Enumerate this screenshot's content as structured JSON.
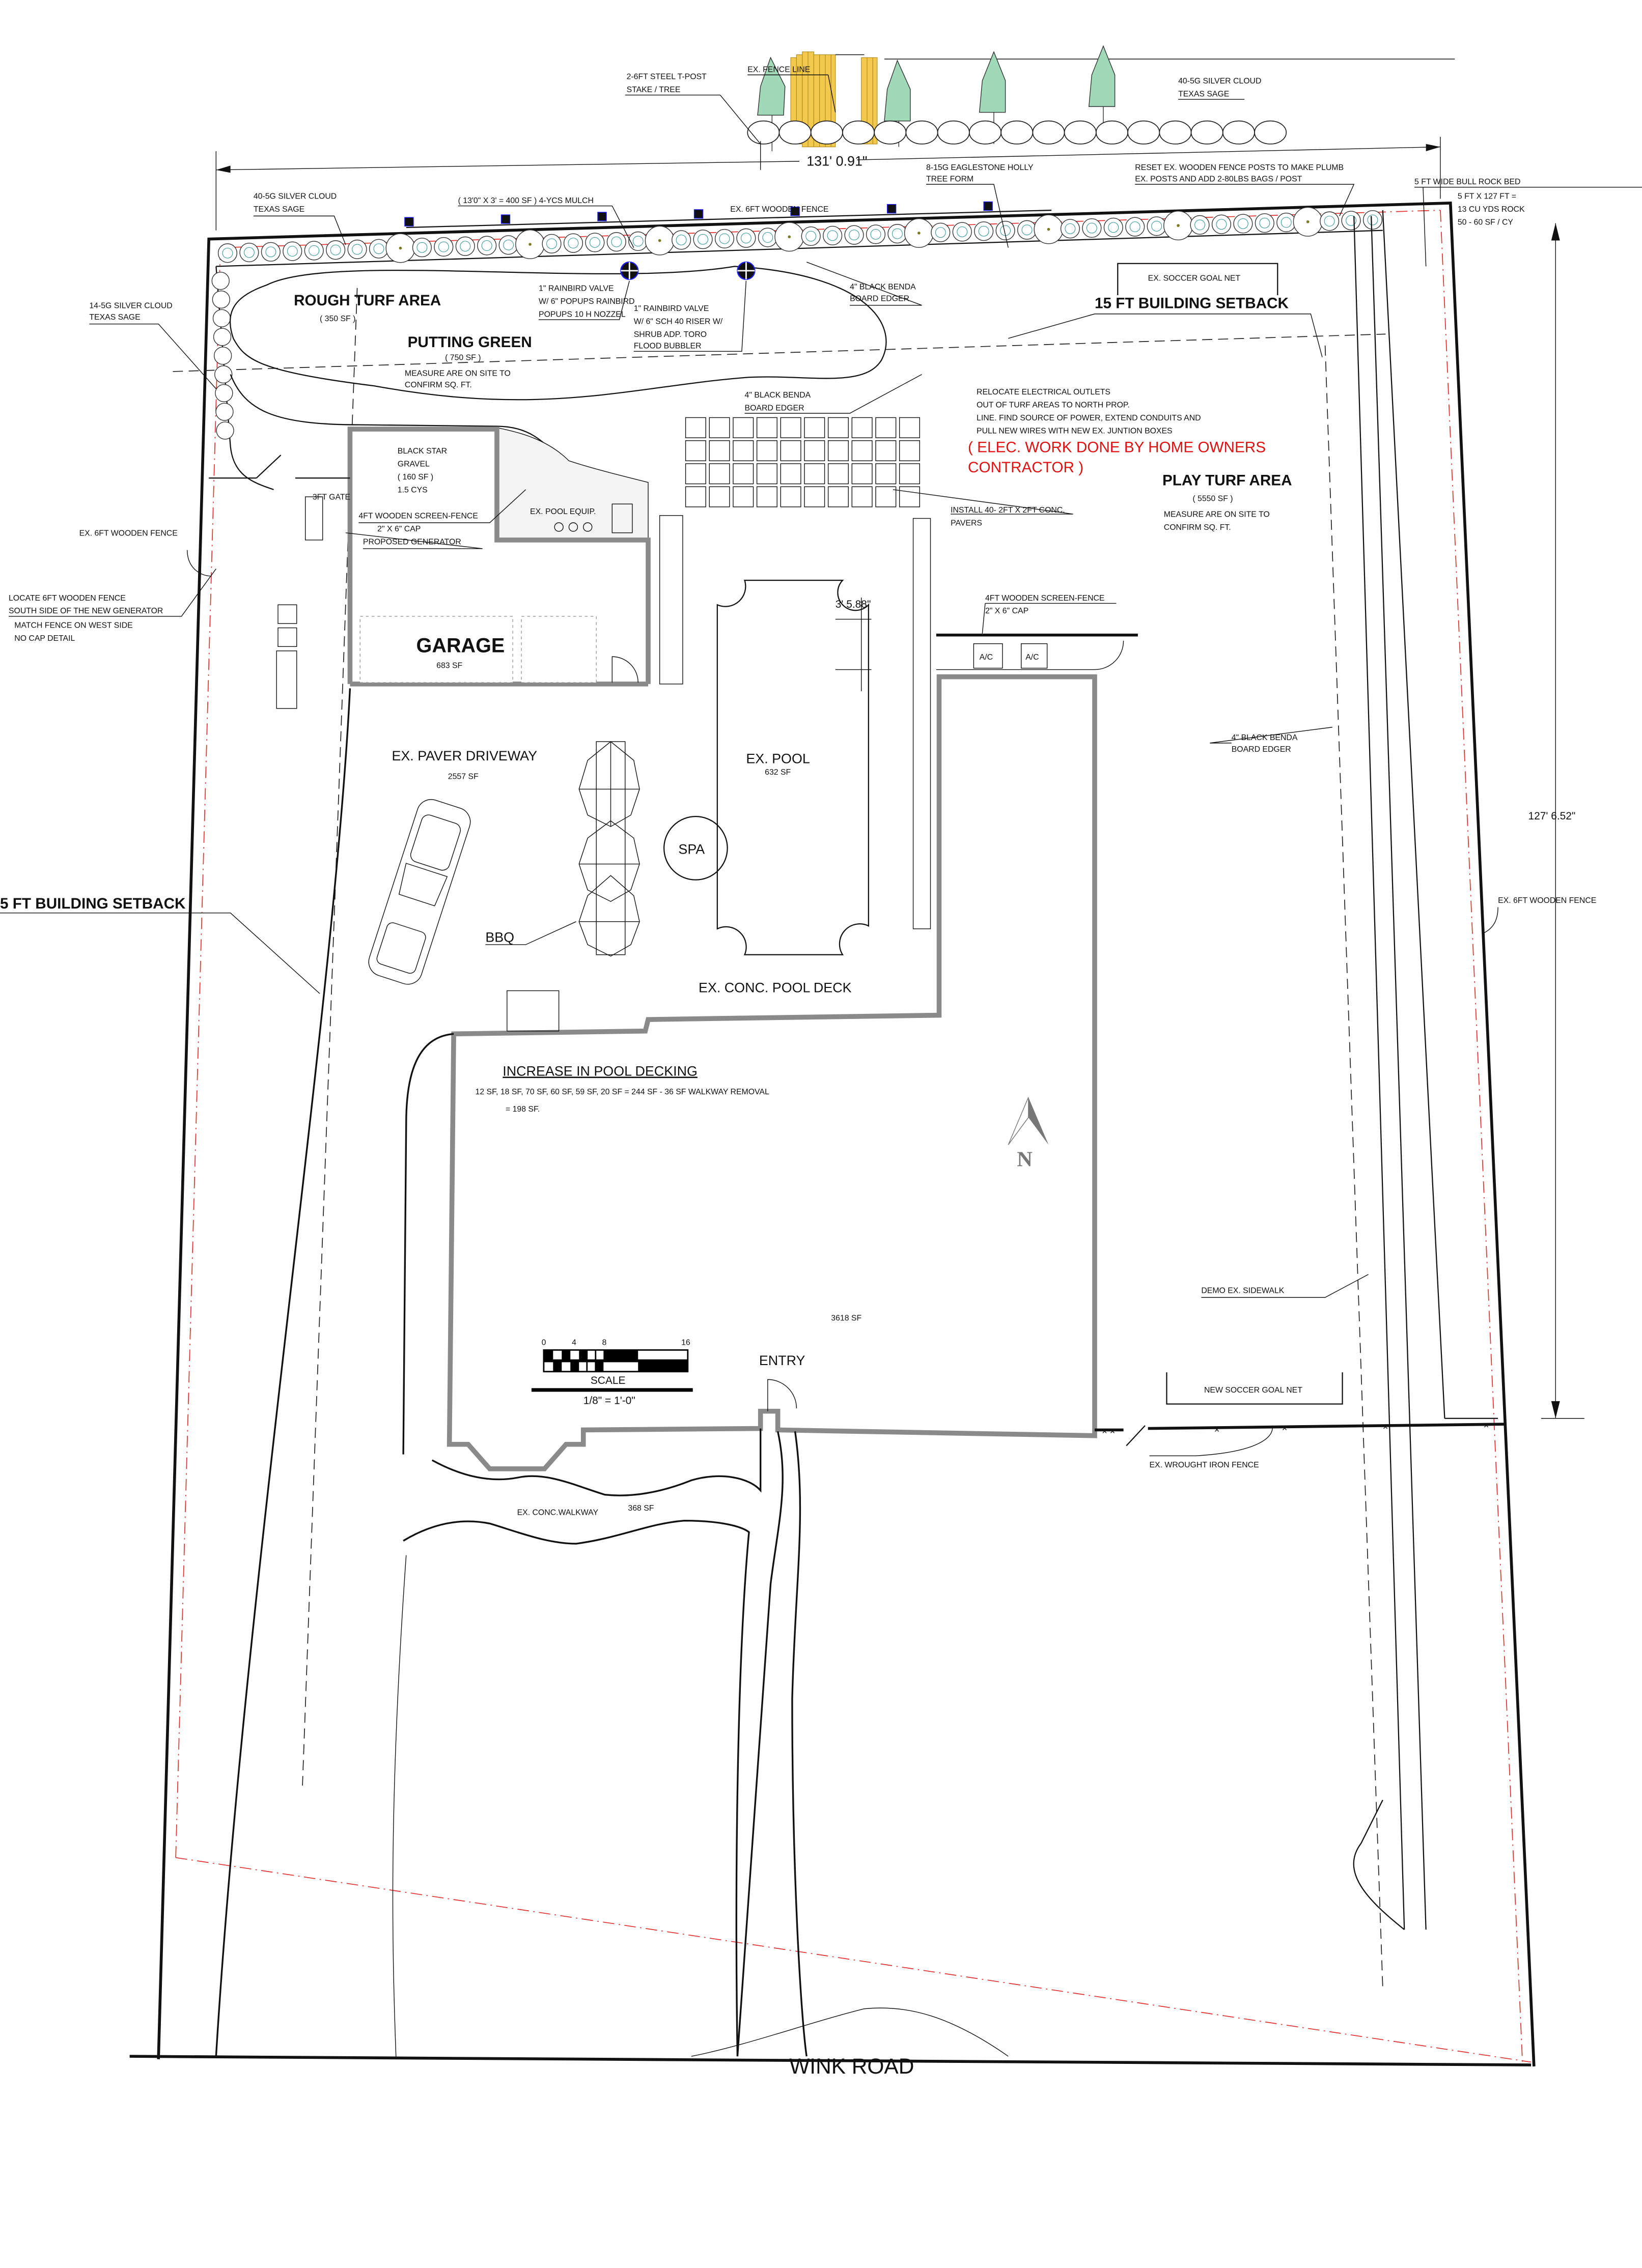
{
  "colors": {
    "line": "#111111",
    "wall": "#8a8a8a",
    "note_red": "#e01010",
    "setback_red": "#e03030",
    "tree_green": "#9fd9b8",
    "fence_board": "#f2c94c",
    "valve_blue": "#1a1aff"
  },
  "labels": {
    "ex_fence_line": "EX. FENCE LINE",
    "tpost_1": "2-6FT STEEL T-POST",
    "tpost_2": "STAKE / TREE",
    "sage_top_1": "40-5G SILVER CLOUD",
    "sage_top_2": "TEXAS SAGE",
    "width_dim": "131' 0.91\"",
    "sage_left_1": "40-5G SILVER CLOUD",
    "sage_left_2": "TEXAS SAGE",
    "mulch": "( 13'0\" X 3' = 400 SF ) 4-YCS MULCH",
    "ex_wood_fence_top": "EX. 6FT WOODEN FENCE",
    "holly_1": "8-15G EAGLESTONE HOLLY",
    "holly_2": "TREE FORM",
    "reset_1": "RESET EX. WOODEN FENCE POSTS TO MAKE PLUMB",
    "reset_2": "EX. POSTS AND ADD 2-80LBS BAGS / POST",
    "rock_1": "5 FT WIDE BULL ROCK BED",
    "rock_2": "5 FT X 127 FT =",
    "rock_3": "13 CU YDS ROCK",
    "rock_4": "50 - 60 SF / CY",
    "sage14_1": "14-5G SILVER CLOUD",
    "sage14_2": "TEXAS SAGE",
    "rough_turf": "ROUGH TURF AREA",
    "rough_turf_sf": "( 350 SF )",
    "valve1_1": "1\" RAINBIRD VALVE",
    "valve1_2": "W/ 6\" POPUPS RAINBIRD",
    "valve1_3": "POPUPS 10 H NOZZEL",
    "valve2_1": "1\" RAINBIRD VALVE",
    "valve2_2": "W/ 6\" SCH 40 RISER W/",
    "valve2_3": "SHRUB ADP. TORO",
    "valve2_4": "FLOOD BUBBLER",
    "edger_a_1": "4\" BLACK BENDA",
    "edger_a_2": "BOARD EDGER",
    "soccer_ex": "EX. SOCCER GOAL NET",
    "setback_north": "15 FT BUILDING SETBACK",
    "putting_green": "PUTTING GREEN",
    "putting_green_sf": "( 750 SF )",
    "measure_1a": "MEASURE ARE ON SITE TO",
    "measure_1b": "CONFIRM SQ. FT.",
    "edger_b_1": "4\" BLACK BENDA",
    "edger_b_2": "BOARD EDGER",
    "elec_1": "RELOCATE ELECTRICAL OUTLETS",
    "elec_2": "OUT OF TURF AREAS TO NORTH PROP.",
    "elec_3": "LINE. FIND SOURCE OF POWER, EXTEND CONDUITS AND",
    "elec_4": "PULL NEW WIRES WITH NEW EX. JUNTION BOXES",
    "elec_red_1": "( ELEC. WORK DONE BY HOME OWNERS",
    "elec_red_2": "CONTRACTOR )",
    "play_turf": "PLAY TURF AREA",
    "play_turf_sf": "( 5550 SF )",
    "measure_2a": "MEASURE ARE ON SITE TO",
    "measure_2b": "CONFIRM SQ. FT.",
    "gravel_1": "BLACK STAR",
    "gravel_2": "GRAVEL",
    "gravel_3": "( 160 SF )",
    "gravel_4": "1.5 CYS",
    "gate": "3FT GATE",
    "screen_a_1": "4FT WOODEN SCREEN-FENCE",
    "screen_a_2": "2\" X 6\" CAP",
    "generator": "PROPOSED GENERATOR",
    "pool_equip": "EX. POOL EQUIP.",
    "pavers_1": "INSTALL 40- 2FT X 2FT CONC.",
    "pavers_2": "PAVERS",
    "ex_wood_fence_west": "EX. 6FT WOODEN FENCE",
    "locate_1": "LOCATE 6FT WOODEN FENCE",
    "locate_2": "SOUTH SIDE OF THE NEW GENERATOR",
    "locate_3": "MATCH FENCE ON WEST SIDE",
    "locate_4": "NO CAP DETAIL",
    "pool_dim": "3' 5.88\"",
    "screen_b_1": "4FT WOODEN SCREEN-FENCE",
    "screen_b_2": "2\" X 6\" CAP",
    "ac_1": "A/C",
    "ac_2": "A/C",
    "garage": "GARAGE",
    "garage_sf": "683 SF",
    "driveway": "EX. PAVER DRIVEWAY",
    "driveway_sf": "2557 SF",
    "pool": "EX. POOL",
    "pool_sf": "632 SF",
    "edger_c_1": "4\" BLACK BENDA",
    "edger_c_2": "BOARD EDGER",
    "depth_dim": "127' 6.52\"",
    "spa": "SPA",
    "setback_west": "5 FT BUILDING SETBACK",
    "ex_wood_fence_east": "EX. 6FT WOODEN FENCE",
    "bbq": "BBQ",
    "pool_deck": "EX. CONC. POOL DECK",
    "increase_title": "INCREASE IN POOL DECKING",
    "increase_calc": "12 SF,  18 SF, 70 SF,  60 SF,  59 SF, 20 SF  = 244 SF - 36 SF WALKWAY REMOVAL",
    "increase_total": "= 198 SF.",
    "north": "N",
    "demo_sidewalk": "DEMO EX. SIDEWALK",
    "house_sf": "3618 SF",
    "entry": "ENTRY",
    "new_soccer": "NEW  SOCCER GOAL NET",
    "wrought_iron": "EX. WROUGHT IRON FENCE",
    "walkway": "EX. CONC.WALKWAY",
    "walkway_sf": "368 SF",
    "road": "WINK ROAD"
  },
  "scale_bar": {
    "ticks": [
      "0",
      "4",
      "8",
      "16"
    ],
    "title": "SCALE",
    "ratio": "1/8\" = 1'-0\""
  }
}
